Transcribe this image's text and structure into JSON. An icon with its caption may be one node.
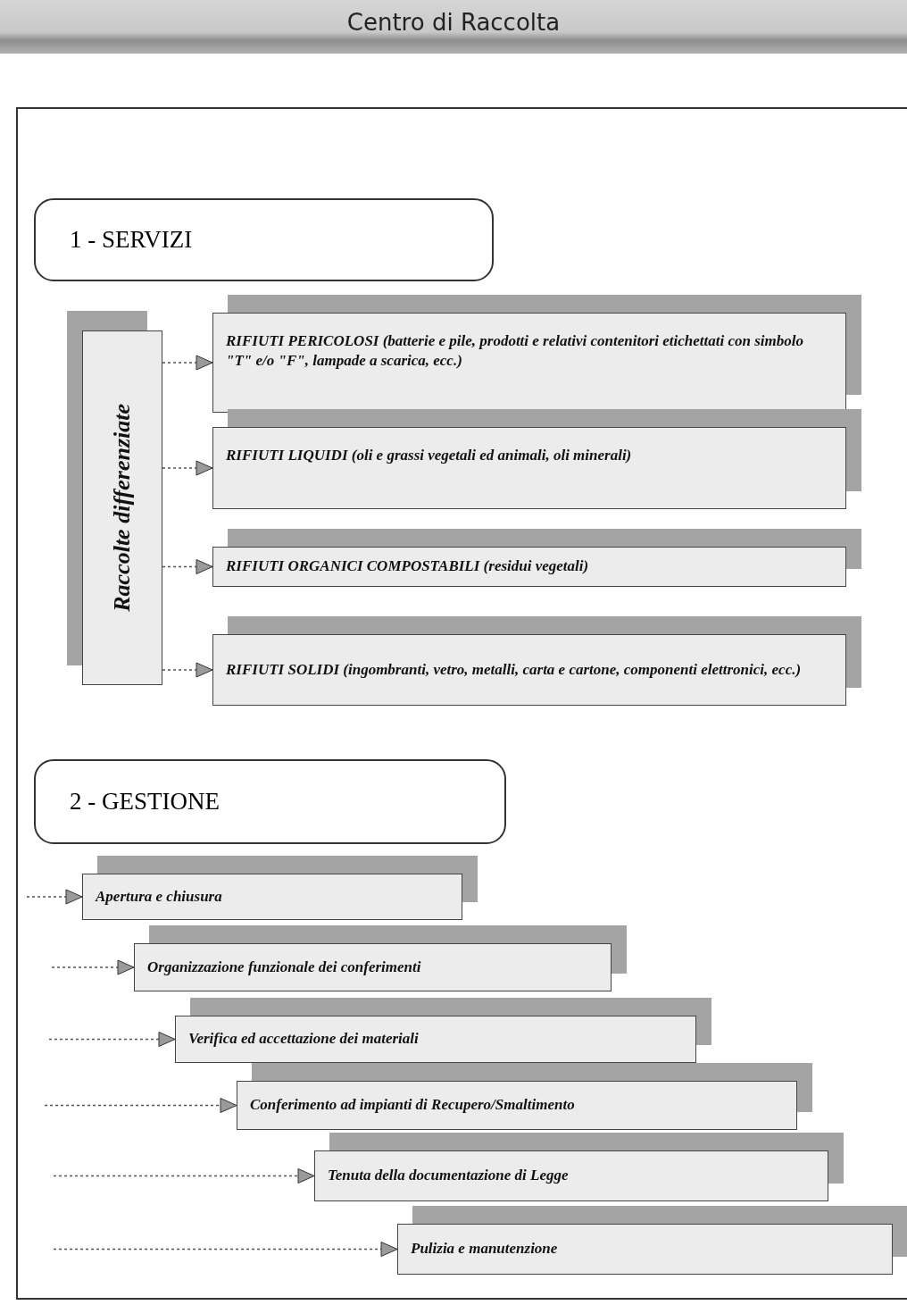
{
  "diagram": {
    "title": "Centro di Raccolta",
    "nodes": [
      {
        "text": [
          "1 - SERVIZI"
        ]
      },
      {
        "text": [
          "Raccolte differenziate"
        ]
      },
      {
        "text": [
          "RIFIUTI PERICOLOSI (batterie e pile, prodotti e relativi contenitori etichettati con simbolo \"T\" e/o \"F\", lampade a scarica, ecc.)"
        ]
      },
      {
        "text": [
          "RIFIUTI LIQUIDI (oli e grassi vegetali ed animali, oli minerali)"
        ]
      },
      {
        "text": [
          "RIFIUTI ORGANICI COMPOSTABILI (residui vegetali)"
        ]
      },
      {
        "text": [
          "RIFIUTI SOLIDI (ingombranti, vetro, metalli, carta e cartone, componenti elettronici, ecc.)"
        ]
      },
      {
        "text": [
          "2 - GESTIONE"
        ]
      },
      {
        "text": [
          "Apertura e chiusura"
        ]
      },
      {
        "text": [
          "Organizzazione funzionale dei conferimenti"
        ]
      },
      {
        "text": [
          "Verifica ed accettazione dei materiali"
        ]
      },
      {
        "text": [
          "Conferimento ad impianti di Recupero/Smaltimento"
        ]
      },
      {
        "text": [
          "Tenuta della documentazione di Legge"
        ]
      },
      {
        "text": [
          "Pulizia e manutenzione"
        ]
      }
    ],
    "edges": [
      {
        "from": 1,
        "to": 2,
        "arrow": "to",
        "style": "dashed"
      },
      {
        "from": 1,
        "to": 3,
        "arrow": "to",
        "style": "dashed"
      },
      {
        "from": 1,
        "to": 4,
        "arrow": "to",
        "style": "dashed"
      },
      {
        "from": 1,
        "to": 5,
        "arrow": "to",
        "style": "dashed"
      },
      {
        "from": null,
        "to": 7,
        "arrow": "to",
        "style": "dashed"
      },
      {
        "from": null,
        "to": 8,
        "arrow": "to",
        "style": "dashed"
      },
      {
        "from": null,
        "to": 9,
        "arrow": "to",
        "style": "dashed"
      },
      {
        "from": null,
        "to": 10,
        "arrow": "to",
        "style": "dashed"
      },
      {
        "from": null,
        "to": 11,
        "arrow": "to",
        "style": "dashed"
      },
      {
        "from": null,
        "to": 12,
        "arrow": "to",
        "style": "dashed"
      }
    ]
  }
}
